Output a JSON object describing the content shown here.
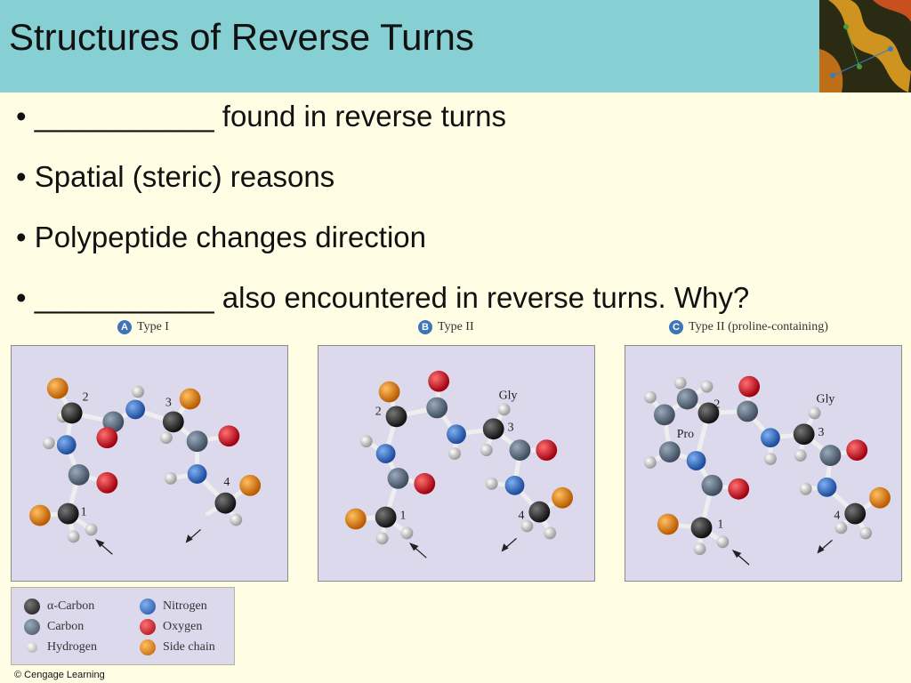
{
  "title": "Structures of Reverse Turns",
  "bullets": [
    "• ___________ found in reverse turns",
    "• Spatial (steric) reasons",
    "• Polypeptide changes direction",
    "• ___________ also encountered in reverse turns. Why?"
  ],
  "panels": [
    {
      "badge": "A",
      "label": "Type I",
      "numbers": [
        "1",
        "2",
        "3",
        "4"
      ]
    },
    {
      "badge": "B",
      "label": "Type II",
      "numbers": [
        "1",
        "2",
        "3",
        "4"
      ],
      "residue": "Gly"
    },
    {
      "badge": "C",
      "label": "Type II (proline-containing)",
      "numbers": [
        "1",
        "2",
        "3",
        "4"
      ],
      "residue": "Gly",
      "residue2": "Pro"
    }
  ],
  "legend": [
    {
      "label": "α-Carbon",
      "color": "#1c1c1c"
    },
    {
      "label": "Nitrogen",
      "color": "#2a5fb5"
    },
    {
      "label": "Carbon",
      "color": "#5a6a7e"
    },
    {
      "label": "Oxygen",
      "color": "#c8141e"
    },
    {
      "label": "Hydrogen",
      "color": "#d8d8d8"
    },
    {
      "label": "Side chain",
      "color": "#e0861c"
    }
  ],
  "colors": {
    "header": "#86cfd3",
    "background": "#fffde3",
    "panel": "#dcd9ec"
  },
  "copyright": "© Cengage Learning"
}
